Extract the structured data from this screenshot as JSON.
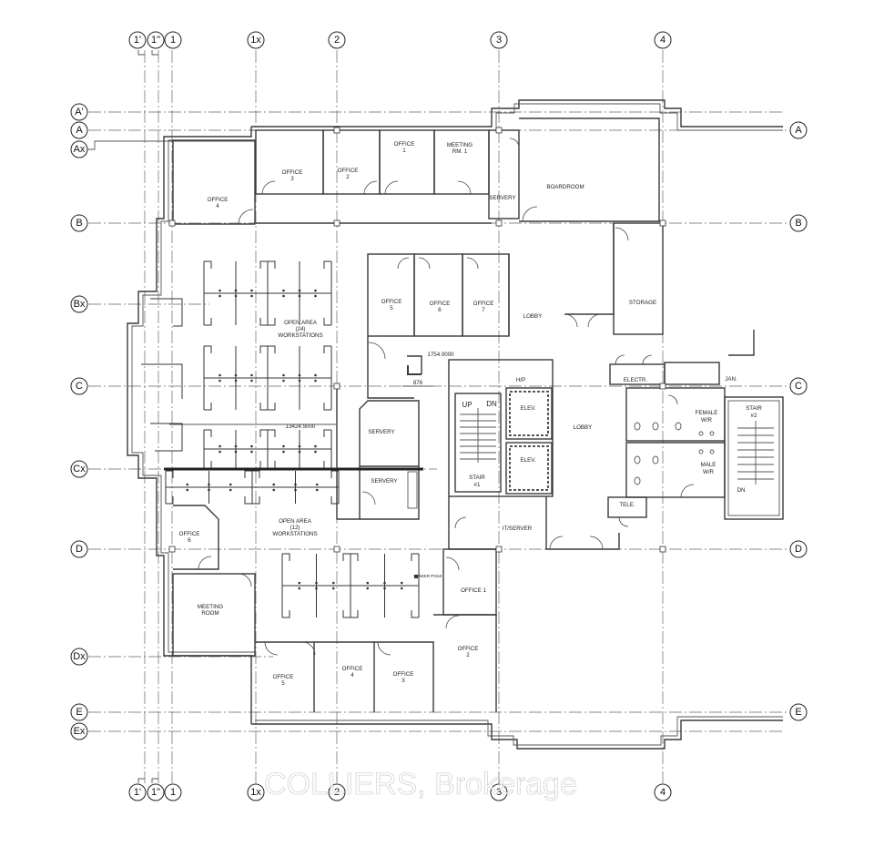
{
  "grid_labels": {
    "top": [
      "1'",
      "1\"",
      "1",
      "1x",
      "2",
      "3",
      "4"
    ],
    "bottom": [
      "1'",
      "1\"",
      "1",
      "1x",
      "2",
      "3",
      "4"
    ],
    "left": [
      "A'",
      "A",
      "Ax",
      "B",
      "Bx",
      "C",
      "Cx",
      "D",
      "Dx",
      "E",
      "Ex"
    ],
    "right": [
      "A",
      "B",
      "C",
      "D",
      "E"
    ]
  },
  "rooms": {
    "office_1_top": [
      "OFFICE",
      "1"
    ],
    "meeting_rm_1": [
      "MEETING",
      "RM. 1"
    ],
    "office_3_top": [
      "OFFICE",
      "3"
    ],
    "office_2_top": [
      "OFFICE",
      "2"
    ],
    "office_4_top": [
      "OFFICE",
      "4"
    ],
    "servery_top": "SERVERY",
    "boardroom": "BOARDROOM",
    "open_area_24": [
      "OPEN AREA",
      "(24)",
      "WORKSTATIONS"
    ],
    "office_5_mid": [
      "OFFICE",
      "5"
    ],
    "office_6_mid": [
      "OFFICE",
      "6"
    ],
    "office_7_mid": [
      "OFFICE",
      "7"
    ],
    "lobby_upper": "LOBBY",
    "storage": "STORAGE",
    "dim_1754": "1754.0000",
    "dim_876": "876",
    "hp": "H/P",
    "electr": "ELECTR.",
    "jan": "JAN.",
    "female_wr": [
      "FEMALE",
      "W/R"
    ],
    "male_wr": [
      "MALE",
      "W/R"
    ],
    "stair_2": [
      "STAIR",
      "#2"
    ],
    "dim_13424": "13424.5000",
    "servery_mid": "SERVERY",
    "servery_lower": "SERVERY",
    "elev_1": "ELEV.",
    "elev_2": "ELEV.",
    "up": "UP",
    "dn": "DN",
    "stair_1": [
      "STAIR",
      "#1"
    ],
    "lobby_center": "LOBBY",
    "tele": "TELE.",
    "dn_stair2": "DN",
    "open_area_12": [
      "OPEN AREA",
      "(12)",
      "WORKSTATIONS"
    ],
    "office_6_lower": [
      "OFFICE",
      "6"
    ],
    "it_server": "IT/SERVER",
    "power_pole": "POWER POLE",
    "office_1_lower": "OFFICE 1",
    "meeting_room": [
      "MEETING",
      "ROOM"
    ],
    "office_2_lower": [
      "OFFICE",
      "2"
    ],
    "office_5_lower": [
      "OFFICE",
      "5"
    ],
    "office_4_lower": [
      "OFFICE",
      "4"
    ],
    "office_3_lower": [
      "OFFICE",
      "3"
    ]
  },
  "watermark": "COLLIERS, Brokerage"
}
